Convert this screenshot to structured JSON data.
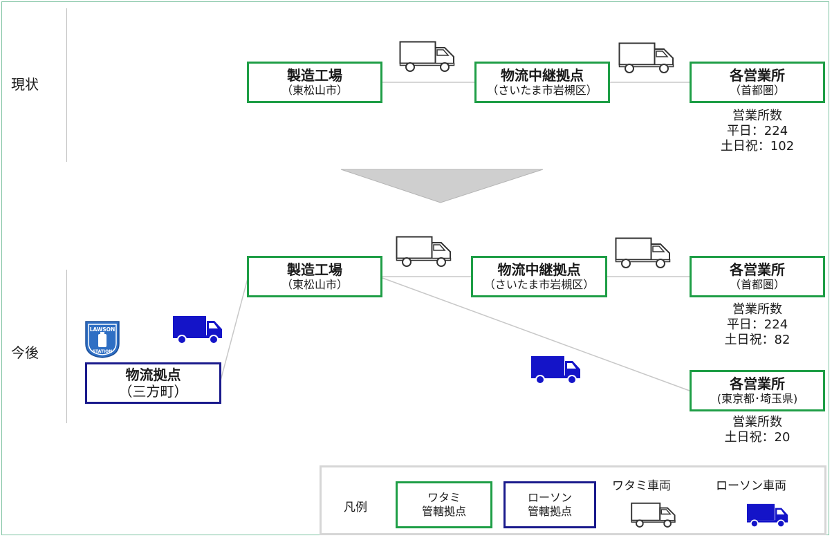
{
  "sections": {
    "current": "現状",
    "future": "今後"
  },
  "current": {
    "factory": {
      "title": "製造工場",
      "sub": "（東松山市）"
    },
    "relay": {
      "title": "物流中継拠点",
      "sub": "（さいたま市岩槻区）"
    },
    "offices": {
      "title": "各営業所",
      "sub": "（首都圏）"
    },
    "info": {
      "line1": "営業所数",
      "line2": "平日：224",
      "line3": "土日祝：102"
    }
  },
  "future": {
    "factory": {
      "title": "製造工場",
      "sub": "（東松山市）"
    },
    "relay": {
      "title": "物流中継拠点",
      "sub": "（さいたま市岩槻区）"
    },
    "offices_metro": {
      "title": "各営業所",
      "sub": "（首都圏）"
    },
    "info_metro": {
      "line1": "営業所数",
      "line2": "平日：224",
      "line3": "土日祝：82"
    },
    "offices_tokyo": {
      "title": "各営業所",
      "sub": "(東京都･埼玉県)"
    },
    "info_tokyo": {
      "line1": "営業所数",
      "line2": "土日祝：20"
    },
    "lawson_hub": {
      "title": "物流拠点",
      "sub": "（三方町）"
    },
    "lawson_logo": {
      "line1": "LAWSON",
      "line2": "STATION"
    }
  },
  "legend": {
    "title": "凡例",
    "watami_base": {
      "line1": "ワタミ",
      "line2": "管轄拠点"
    },
    "lawson_base": {
      "line1": "ローソン",
      "line2": "管轄拠点"
    },
    "watami_vehicle": "ワタミ車両",
    "lawson_vehicle": "ローソン車両"
  },
  "colors": {
    "watami_green": "#1e9e46",
    "lawson_blue": "#1a1a8c",
    "lawson_truck": "#1414c8",
    "arrow_gray": "#cfcfcf",
    "frame_green": "#7cc2a0"
  },
  "icons": [
    "truck-outline-icon",
    "truck-filled-icon",
    "down-triangle-arrow-icon",
    "lawson-station-logo-icon"
  ]
}
